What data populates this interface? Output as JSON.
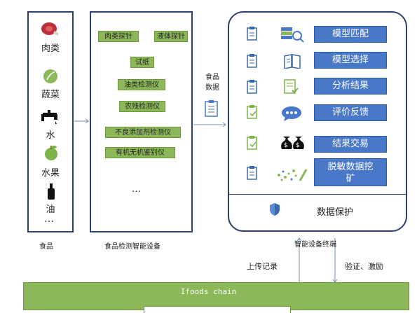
{
  "food": {
    "items": [
      {
        "label": "肉类",
        "icon": "meat-icon"
      },
      {
        "label": "蔬菜",
        "icon": "leaf-icon"
      },
      {
        "label": "水",
        "icon": "faucet-icon"
      },
      {
        "label": "水果",
        "icon": "apple-icon"
      },
      {
        "label": "油",
        "icon": "bottle-icon"
      }
    ],
    "ellipsis": "…",
    "caption": "食品"
  },
  "devices": {
    "items": [
      "肉类探针",
      "液体探针",
      "试纸",
      "油类检测仪",
      "农残检测仪",
      "不良添加剂检测仪",
      "有机无机鉴别仪"
    ],
    "ellipsis": "…",
    "caption": "食品检测智能设备"
  },
  "food_data_label": [
    "食品",
    "数据"
  ],
  "terminal": {
    "rows": [
      {
        "icon": "model-match-icon",
        "label": "模型匹配"
      },
      {
        "icon": "model-select-icon",
        "label": "模型选择"
      },
      {
        "icon": "analysis-icon",
        "label": "分析结果"
      },
      {
        "icon": "feedback-icon",
        "label": "评价反馈"
      },
      {
        "icon": "money-bags-icon",
        "label": "结果交易"
      },
      {
        "icon": "data-mining-icon",
        "label": "脱敏数据挖矿"
      }
    ],
    "protection_label": "数据保护",
    "caption": "智能设备终端"
  },
  "links": {
    "upload": "上传记录",
    "verify": "验证、激励"
  },
  "chain": {
    "label": "Ifoods chain"
  },
  "colors": {
    "green": "#8db85a",
    "blue": "#4a78c8",
    "border": "#2e3f6e"
  }
}
